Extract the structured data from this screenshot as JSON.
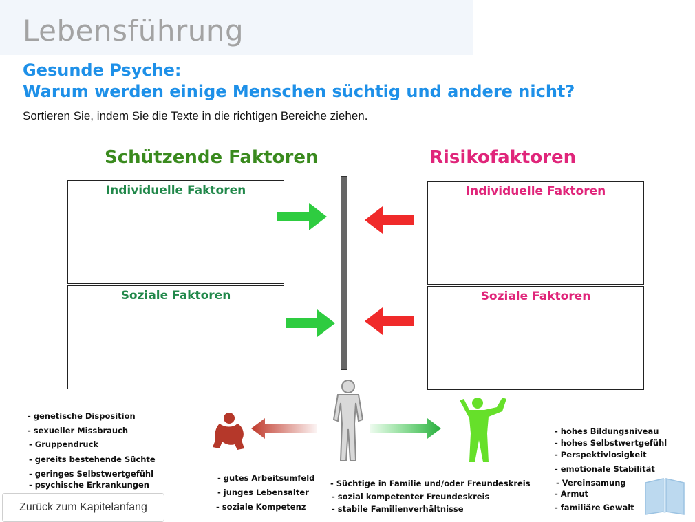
{
  "header": {
    "title": "Lebensführung",
    "subtitle_line1": "Gesunde Psyche:",
    "subtitle_line2": "Warum werden einige Menschen süchtig und andere nicht?",
    "instruction": "Sortieren Sie, indem Sie die Texte in die richtigen Bereiche ziehen."
  },
  "protective": {
    "heading": "Schützende Faktoren",
    "individual_label": "Individuelle Faktoren",
    "social_label": "Soziale Faktoren",
    "color": "#3a8a1e"
  },
  "risk": {
    "heading": "Risikofaktoren",
    "individual_label": "Individuelle Faktoren",
    "social_label": "Soziale Faktoren",
    "color": "#e0257a"
  },
  "drag_items": [
    {
      "text": "- genetische Disposition"
    },
    {
      "text": "- sexueller Missbrauch"
    },
    {
      "text": "- Gruppendruck"
    },
    {
      "text": "- gereits bestehende Süchte"
    },
    {
      "text": "- geringes Selbstwertgefühl"
    },
    {
      "text": "- psychische Erkrankungen"
    },
    {
      "text": "- gutes Arbeitsumfeld"
    },
    {
      "text": "- junges Lebensalter"
    },
    {
      "text": "- soziale Kompetenz"
    },
    {
      "text": "- Süchtige in Familie und/oder Freundeskreis"
    },
    {
      "text": "- sozial kompetenter Freundeskreis"
    },
    {
      "text": "- stabile Familienverhältnisse"
    },
    {
      "text": "- hohes Bildungsniveau"
    },
    {
      "text": "- hohes Selbstwertgefühl"
    },
    {
      "text": "- Perspektivlosigkeit"
    },
    {
      "text": "- emotionale Stabilität"
    },
    {
      "text": "- Vereinsamung"
    },
    {
      "text": "- Armut"
    },
    {
      "text": "- familiäre Gewalt"
    }
  ],
  "footer": {
    "back_button": "Zurück zum Kapitelanfang"
  },
  "icons": {
    "arrow_protective": "green-arrow-right-icon",
    "arrow_risk": "red-arrow-left-icon",
    "book": "book-icon"
  }
}
